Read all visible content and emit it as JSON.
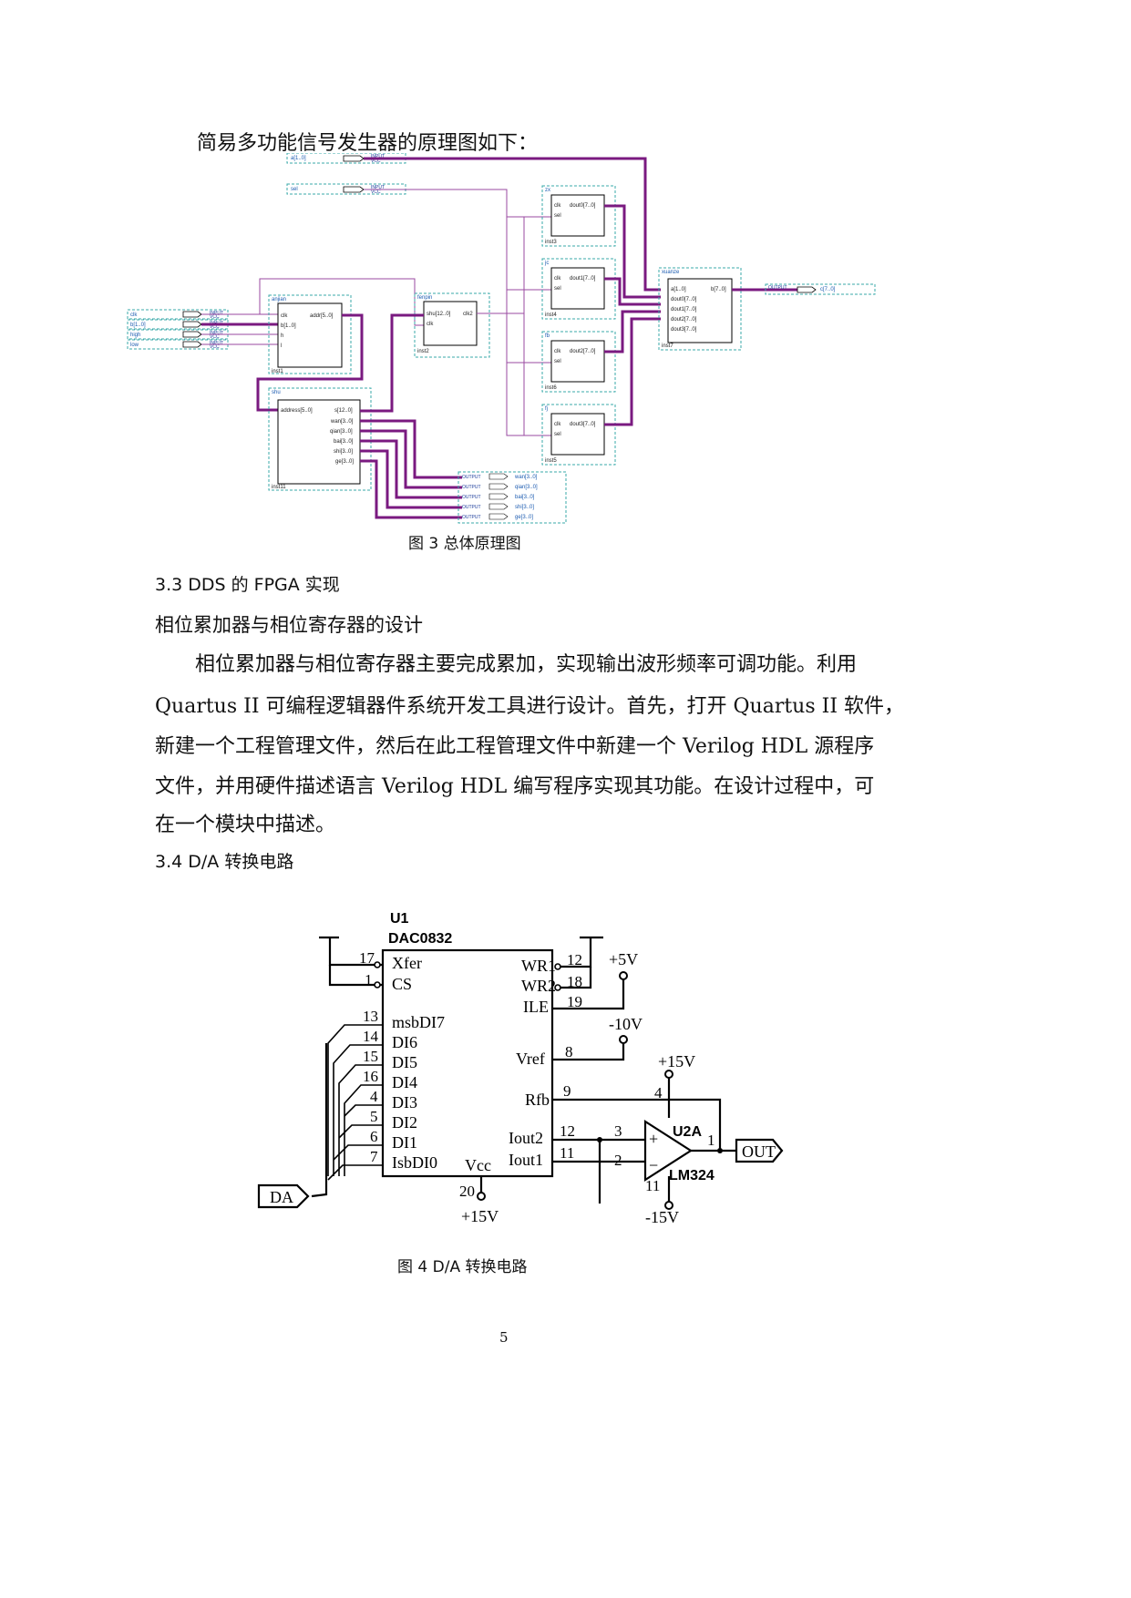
{
  "intro": "简易多功能信号发生器的原理图如下：",
  "fig3": {
    "caption": "图 3  总体原理图",
    "inputs": [
      {
        "name": "a[1..0]",
        "tag": "INPUT",
        "vcc": "VCC"
      },
      {
        "name": "sel",
        "tag": "INPUT",
        "vcc": "VCC"
      },
      {
        "name": "clk",
        "tag": "INPUT",
        "vcc": "VCC"
      },
      {
        "name": "b[1..0]",
        "tag": "INPUT",
        "vcc": "VCC"
      },
      {
        "name": "high",
        "tag": "INPUT",
        "vcc": "VCC"
      },
      {
        "name": "low",
        "tag": "INPUT",
        "vcc": "VCC"
      }
    ],
    "anjian": {
      "name": "anjian",
      "inst": "inst1",
      "ports_in": [
        "clk",
        "b[1..0]",
        "h",
        "l"
      ],
      "ports_out": [
        "addr[5..0]"
      ]
    },
    "fenpin": {
      "name": "fenpin",
      "inst": "inst2",
      "ports_in": [
        "shu[12..0]",
        "clk"
      ],
      "ports_out": [
        "clk2"
      ]
    },
    "shu": {
      "name": "shu",
      "inst": "inst11",
      "ports_in": [
        "address[5..0]"
      ],
      "ports_out": [
        "s[12..0]",
        "wan[3..0]",
        "qian[3..0]",
        "bai[3..0]",
        "shi[3..0]",
        "ge[3..0]"
      ]
    },
    "gens": [
      {
        "name": "zx",
        "inst": "inst3",
        "ports_in": [
          "clk",
          "sel"
        ],
        "out": "dout0[7..0]"
      },
      {
        "name": "jc",
        "inst": "inst4",
        "ports_in": [
          "clk",
          "sel"
        ],
        "out": "dout1[7..0]"
      },
      {
        "name": "fb",
        "inst": "inst6",
        "ports_in": [
          "clk",
          "sel"
        ],
        "out": "dout2[7..0]"
      },
      {
        "name": "fj",
        "inst": "inst5",
        "ports_in": [
          "clk",
          "sel"
        ],
        "out": "dout3[7..0]"
      }
    ],
    "xuanze": {
      "name": "xuanze",
      "inst": "inst7",
      "ports_in": [
        "a[1..0]",
        "dout0[7..0]",
        "dout1[7..0]",
        "dout2[7..0]",
        "dout3[7..0]"
      ],
      "ports_out": [
        "b[7..0]"
      ]
    },
    "out_c": {
      "tag": "OUTPUT",
      "name": "c[7..0]"
    },
    "outputs": [
      {
        "tag": "OUTPUT",
        "name": "wan[3..0]"
      },
      {
        "tag": "OUTPUT",
        "name": "qian[3..0]"
      },
      {
        "tag": "OUTPUT",
        "name": "bai[3..0]"
      },
      {
        "tag": "OUTPUT",
        "name": "shi[3..0]"
      },
      {
        "tag": "OUTPUT",
        "name": "ge[3..0]"
      }
    ]
  },
  "sec33": "3.3 DDS 的 FPGA 实现",
  "sub33": "相位累加器与相位寄存器的设计",
  "para": [
    "　　相位累加器与相位寄存器主要完成累加，实现输出波形频率可调功能。利用",
    "Quartus II 可编程逻辑器件系统开发工具进行设计。首先，打开 Quartus II 软件，",
    "新建一个工程管理文件，然后在此工程管理文件中新建一个 Verilog HDL 源程序",
    "文件，并用硬件描述语言 Verilog HDL 编写程序实现其功能。在设计过程中，可",
    "在一个模块中描述。"
  ],
  "sec34": "3.4 D/A 转换电路",
  "fig4": {
    "caption": "图 4   D/A 转换电路",
    "chip_ref": "U1",
    "chip_name": "DAC0832",
    "left_pins": [
      {
        "num": "17",
        "label": "Xfer"
      },
      {
        "num": "1",
        "label": "CS"
      },
      {
        "num": "13",
        "label": "msbDI7"
      },
      {
        "num": "14",
        "label": "DI6"
      },
      {
        "num": "15",
        "label": "DI5"
      },
      {
        "num": "16",
        "label": "DI4"
      },
      {
        "num": "4",
        "label": "DI3"
      },
      {
        "num": "5",
        "label": "DI2"
      },
      {
        "num": "6",
        "label": "DI1"
      },
      {
        "num": "7",
        "label": "IsbDI0"
      }
    ],
    "right_pins": [
      {
        "num": "12",
        "label": "WR1"
      },
      {
        "num": "18",
        "label": "WR2"
      },
      {
        "num": "19",
        "label": "ILE"
      },
      {
        "num": "8",
        "label": "Vref"
      },
      {
        "num": "9",
        "label": "Rfb"
      },
      {
        "num": "12",
        "label": "Iout2"
      },
      {
        "num": "11",
        "label": "Iout1"
      }
    ],
    "vcc_label": "Vcc",
    "vcc_pin": "20",
    "vcc_supply": "+15V",
    "plus5": "+5V",
    "minus10": "-10V",
    "plus15": "+15V",
    "minus15": "-15V",
    "opamp_ref": "U2A",
    "opamp_name": "LM324",
    "opamp_pins": {
      "vp": "4",
      "vn": "11",
      "in_p": "3",
      "in_n": "2",
      "out": "1"
    },
    "plus_sign": "+",
    "minus_sign": "−",
    "out_label": "OUT",
    "da_label": "DA"
  },
  "page_number": "5"
}
